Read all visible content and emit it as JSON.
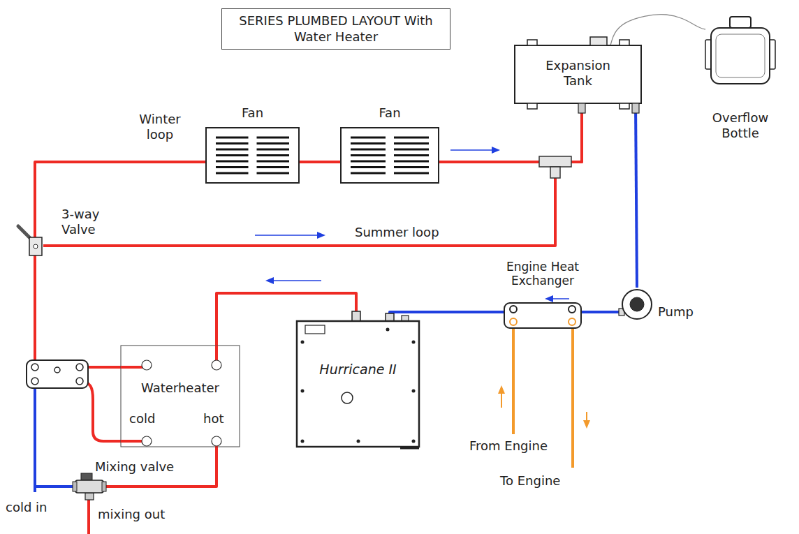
{
  "diagram": {
    "title": "SERIES PLUMBED LAYOUT With Water Heater",
    "nodes": [
      {
        "text": [
          "Expansion Tank"
        ]
      },
      {
        "text": [
          "Overflow Bottle"
        ]
      },
      {
        "text": [
          "Fan"
        ]
      },
      {
        "text": [
          "Fan"
        ]
      },
      {
        "text": [
          "3-way Valve"
        ]
      },
      {
        "text": [
          "Engine Heat Exchanger"
        ]
      },
      {
        "text": [
          "Pump"
        ]
      },
      {
        "text": [
          "Hurricane II"
        ]
      },
      {
        "text": [
          "Waterheater",
          "cold",
          "hot"
        ]
      },
      {
        "text": [
          "Mixing valve"
        ]
      }
    ],
    "edges": [
      {
        "from": 4,
        "to": 2,
        "arrow": "none"
      },
      {
        "from": 2,
        "to": 3,
        "arrow": "none"
      },
      {
        "from": 3,
        "to": 0,
        "arrow": "none"
      },
      {
        "from": 4,
        "to": 0,
        "arrow": "none"
      },
      {
        "from": 0,
        "to": 6,
        "arrow": "none"
      },
      {
        "from": 6,
        "to": 5,
        "arrow": "none"
      },
      {
        "from": 5,
        "to": 7,
        "arrow": "none"
      },
      {
        "from": 7,
        "to": 8,
        "arrow": "none"
      },
      {
        "from": 8,
        "to": 4,
        "arrow": "none"
      },
      {
        "from": 8,
        "to": 9,
        "arrow": "none"
      },
      {
        "from": 0,
        "to": 1,
        "arrow": "none"
      }
    ],
    "labels": [
      "Winter loop",
      "Summer loop",
      "From Engine",
      "To Engine",
      "cold in",
      "mixing out"
    ]
  }
}
